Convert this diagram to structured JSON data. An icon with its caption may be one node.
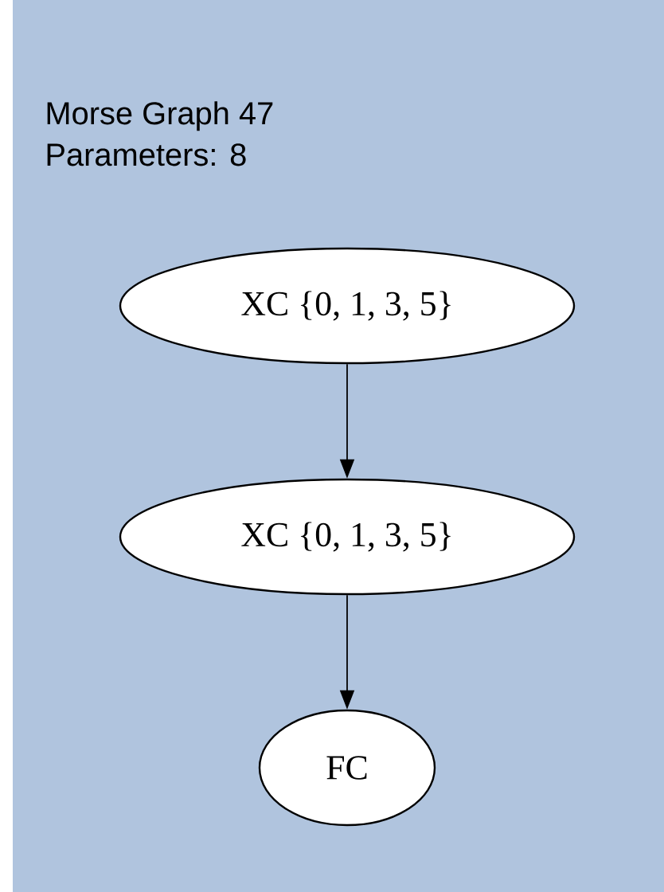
{
  "diagram": {
    "title": "Morse Graph 47",
    "nodes": [
      {
        "text": [
          "XC {0, 1, 3, 5}"
        ]
      },
      {
        "text": [
          "XC {0, 1, 3, 5}"
        ]
      },
      {
        "text": [
          "FC"
        ]
      }
    ],
    "edges": [
      {
        "from": 0,
        "to": 1,
        "arrow": "to"
      },
      {
        "from": 1,
        "to": 2,
        "arrow": "to"
      }
    ],
    "labels": [
      "Parameters: 8"
    ]
  }
}
